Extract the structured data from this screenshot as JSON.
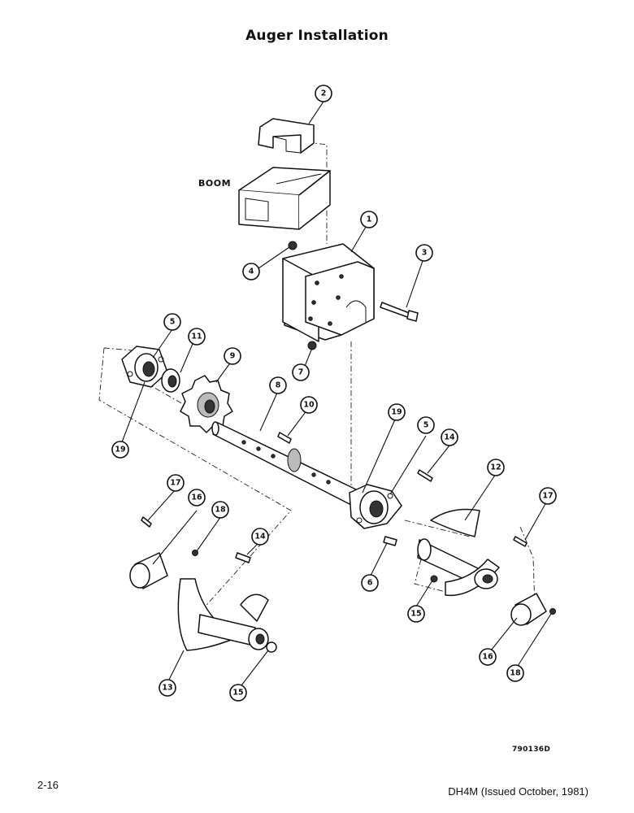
{
  "title": "Auger Installation",
  "boom_label": "BOOM",
  "drawing_number": "790136D",
  "page_number": "2-16",
  "document_reference": "DH4M (Issued October, 1981)",
  "callouts": {
    "c1": "1",
    "c2": "2",
    "c3": "3",
    "c4": "4",
    "c5a": "5",
    "c5b": "5",
    "c6": "6",
    "c7": "7",
    "c8": "8",
    "c9": "9",
    "c10": "10",
    "c11": "11",
    "c12": "12",
    "c13": "13",
    "c14a": "14",
    "c14b": "14",
    "c15a": "15",
    "c15b": "15",
    "c16a": "16",
    "c16b": "16",
    "c17a": "17",
    "c17b": "17",
    "c18a": "18",
    "c18b": "18",
    "c19a": "19",
    "c19b": "19"
  }
}
